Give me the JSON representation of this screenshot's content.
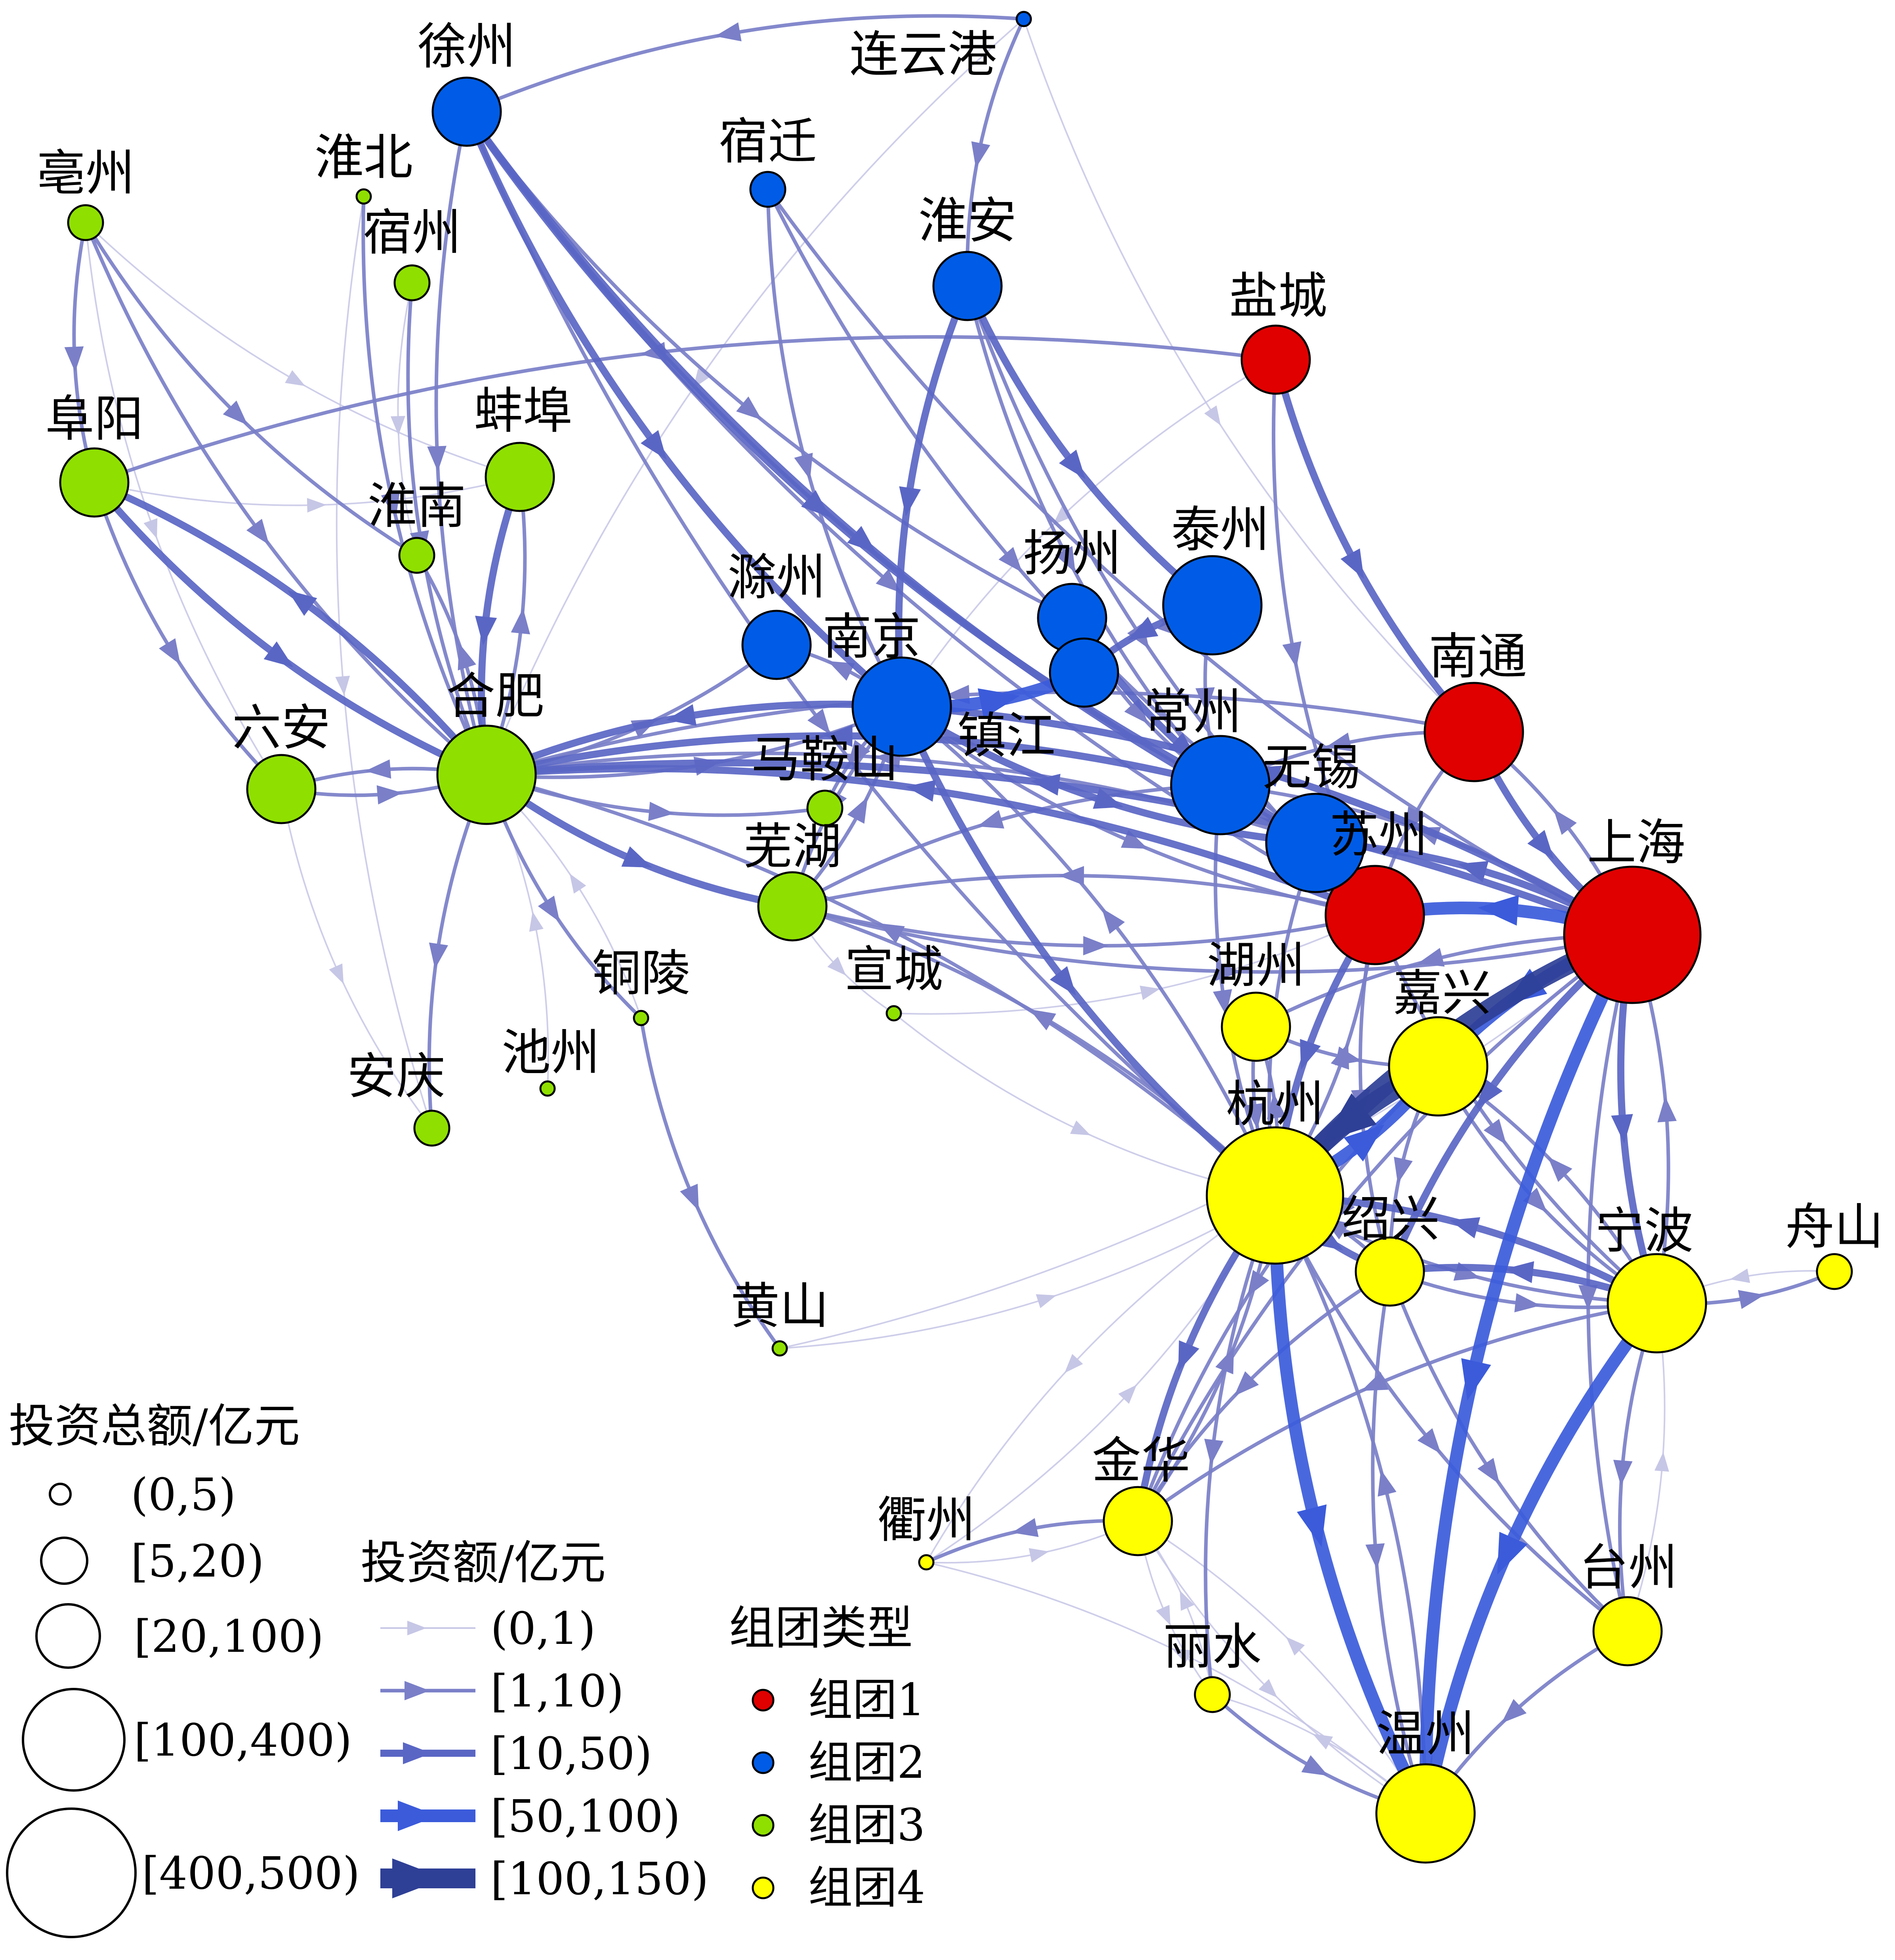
{
  "colors": {
    "group1": "#e00000",
    "group2": "#005ce6",
    "group3": "#8fe000",
    "group4": "#ffff00",
    "edge_0_1": "#c6c6e6",
    "edge_1_10": "#7a7fc8",
    "edge_10_50": "#5a66c4",
    "edge_50_100": "#3b5bdb",
    "edge_100_150": "#2e3f96"
  },
  "nodes": [
    {
      "id": "shanghai",
      "label": "上海",
      "group": 1,
      "size": 4
    },
    {
      "id": "suzhou",
      "label": "苏州",
      "group": 1,
      "size": 3
    },
    {
      "id": "nantong",
      "label": "南通",
      "group": 1,
      "size": 3
    },
    {
      "id": "yancheng",
      "label": "盐城",
      "group": 1,
      "size": 2
    },
    {
      "id": "xuzhou",
      "label": "徐州",
      "group": 2,
      "size": 2
    },
    {
      "id": "lianyungang",
      "label": "连云港",
      "group": 2,
      "size": 0
    },
    {
      "id": "suqian",
      "label": "宿迁",
      "group": 2,
      "size": 1
    },
    {
      "id": "huaian",
      "label": "淮安",
      "group": 2,
      "size": 2
    },
    {
      "id": "yangzhou",
      "label": "扬州",
      "group": 2,
      "size": 2
    },
    {
      "id": "taizhou_js",
      "label": "泰州",
      "group": 2,
      "size": 3
    },
    {
      "id": "zhenjiang",
      "label": "镇江",
      "group": 2,
      "size": 2
    },
    {
      "id": "nanjing",
      "label": "南京",
      "group": 2,
      "size": 3
    },
    {
      "id": "chuzhou",
      "label": "滁州",
      "group": 2,
      "size": 2
    },
    {
      "id": "changzhou",
      "label": "常州",
      "group": 2,
      "size": 3
    },
    {
      "id": "wuxi",
      "label": "无锡",
      "group": 2,
      "size": 3
    },
    {
      "id": "bozhou",
      "label": "亳州",
      "group": 3,
      "size": 1
    },
    {
      "id": "huaibei",
      "label": "淮北",
      "group": 3,
      "size": 0
    },
    {
      "id": "suzhou_ah",
      "label": "宿州",
      "group": 3,
      "size": 1
    },
    {
      "id": "fuyang",
      "label": "阜阳",
      "group": 3,
      "size": 2
    },
    {
      "id": "bengbu",
      "label": "蚌埠",
      "group": 3,
      "size": 2
    },
    {
      "id": "huainan",
      "label": "淮南",
      "group": 3,
      "size": 1
    },
    {
      "id": "hefei",
      "label": "合肥",
      "group": 3,
      "size": 3
    },
    {
      "id": "luan",
      "label": "六安",
      "group": 3,
      "size": 2
    },
    {
      "id": "maanshan",
      "label": "马鞍山",
      "group": 3,
      "size": 1
    },
    {
      "id": "wuhu",
      "label": "芜湖",
      "group": 3,
      "size": 2
    },
    {
      "id": "tongling",
      "label": "铜陵",
      "group": 3,
      "size": 0
    },
    {
      "id": "xuancheng",
      "label": "宣城",
      "group": 3,
      "size": 0
    },
    {
      "id": "anqing",
      "label": "安庆",
      "group": 3,
      "size": 1
    },
    {
      "id": "chizhou",
      "label": "池州",
      "group": 3,
      "size": 0
    },
    {
      "id": "huangshan",
      "label": "黄山",
      "group": 3,
      "size": 0
    },
    {
      "id": "huzhou",
      "label": "湖州",
      "group": 4,
      "size": 2
    },
    {
      "id": "jiaxing",
      "label": "嘉兴",
      "group": 4,
      "size": 3
    },
    {
      "id": "hangzhou",
      "label": "杭州",
      "group": 4,
      "size": 4
    },
    {
      "id": "shaoxing",
      "label": "绍兴",
      "group": 4,
      "size": 2
    },
    {
      "id": "ningbo",
      "label": "宁波",
      "group": 4,
      "size": 3
    },
    {
      "id": "zhoushan",
      "label": "舟山",
      "group": 4,
      "size": 1
    },
    {
      "id": "jinhua",
      "label": "金华",
      "group": 4,
      "size": 2
    },
    {
      "id": "quzhou",
      "label": "衢州",
      "group": 4,
      "size": 0
    },
    {
      "id": "taizhou_zj",
      "label": "台州",
      "group": 4,
      "size": 2
    },
    {
      "id": "lishui",
      "label": "丽水",
      "group": 4,
      "size": 1
    },
    {
      "id": "wenzhou",
      "label": "温州",
      "group": 4,
      "size": 3
    }
  ],
  "edges": [
    [
      "shanghai",
      "hangzhou",
      4
    ],
    [
      "shanghai",
      "jiaxing",
      3
    ],
    [
      "shanghai",
      "suzhou",
      3
    ],
    [
      "shanghai",
      "ningbo",
      2
    ],
    [
      "shanghai",
      "wenzhou",
      3
    ],
    [
      "shanghai",
      "nanjing",
      2
    ],
    [
      "shanghai",
      "hefei",
      2
    ],
    [
      "shanghai",
      "wuxi",
      2
    ],
    [
      "shanghai",
      "shaoxing",
      2
    ],
    [
      "shanghai",
      "taizhou_zj",
      1
    ],
    [
      "shanghai",
      "nantong",
      1
    ],
    [
      "shanghai",
      "changzhou",
      1
    ],
    [
      "shanghai",
      "huzhou",
      1
    ],
    [
      "shanghai",
      "jinhua",
      1
    ],
    [
      "nantong",
      "shanghai",
      2
    ],
    [
      "nantong",
      "suzhou",
      1
    ],
    [
      "nantong",
      "changzhou",
      1
    ],
    [
      "nantong",
      "hefei",
      1
    ],
    [
      "yancheng",
      "nantong",
      2
    ],
    [
      "yancheng",
      "fuyang",
      1
    ],
    [
      "yancheng",
      "suzhou",
      1
    ],
    [
      "yancheng",
      "nanjing",
      0
    ],
    [
      "xuzhou",
      "nanjing",
      2
    ],
    [
      "xuzhou",
      "wuxi",
      2
    ],
    [
      "xuzhou",
      "changzhou",
      2
    ],
    [
      "xuzhou",
      "hefei",
      1
    ],
    [
      "xuzhou",
      "suzhou",
      1
    ],
    [
      "xuzhou",
      "yangzhou",
      1
    ],
    [
      "xuzhou",
      "hangzhou",
      1
    ],
    [
      "lianyungang",
      "xuzhou",
      1
    ],
    [
      "lianyungang",
      "huaian",
      1
    ],
    [
      "lianyungang",
      "nantong",
      0
    ],
    [
      "lianyungang",
      "hefei",
      0
    ],
    [
      "suqian",
      "nanjing",
      1
    ],
    [
      "suqian",
      "wuxi",
      1
    ],
    [
      "suqian",
      "shanghai",
      1
    ],
    [
      "huaian",
      "nanjing",
      2
    ],
    [
      "huaian",
      "taizhou_js",
      2
    ],
    [
      "huaian",
      "suzhou",
      1
    ],
    [
      "huaian",
      "changzhou",
      1
    ],
    [
      "nanjing",
      "zhenjiang",
      3
    ],
    [
      "nanjing",
      "hefei",
      2
    ],
    [
      "nanjing",
      "hangzhou",
      2
    ],
    [
      "nanjing",
      "wuxi",
      2
    ],
    [
      "nanjing",
      "chuzhou",
      1
    ],
    [
      "nanjing",
      "maanshan",
      1
    ],
    [
      "nanjing",
      "wuhu",
      1
    ],
    [
      "nanjing",
      "suzhou",
      1
    ],
    [
      "taizhou_js",
      "zhenjiang",
      2
    ],
    [
      "taizhou_js",
      "changzhou",
      1
    ],
    [
      "yangzhou",
      "wuxi",
      2
    ],
    [
      "yangzhou",
      "changzhou",
      1
    ],
    [
      "changzhou",
      "hefei",
      2
    ],
    [
      "changzhou",
      "wuhu",
      1
    ],
    [
      "changzhou",
      "hangzhou",
      1
    ],
    [
      "wuxi",
      "suzhou",
      2
    ],
    [
      "wuxi",
      "hefei",
      1
    ],
    [
      "wuxi",
      "hangzhou",
      1
    ],
    [
      "suzhou",
      "hangzhou",
      2
    ],
    [
      "suzhou",
      "hefei",
      2
    ],
    [
      "suzhou",
      "ningbo",
      1
    ],
    [
      "suzhou",
      "wuhu",
      1
    ],
    [
      "suzhou",
      "shaoxing",
      1
    ],
    [
      "hefei",
      "fuyang",
      2
    ],
    [
      "hefei",
      "bengbu",
      1
    ],
    [
      "hefei",
      "luan",
      1
    ],
    [
      "hefei",
      "anqing",
      1
    ],
    [
      "hefei",
      "wuhu",
      2
    ],
    [
      "hefei",
      "huainan",
      1
    ],
    [
      "hefei",
      "tongling",
      1
    ],
    [
      "hefei",
      "maanshan",
      1
    ],
    [
      "hefei",
      "chuzhou",
      1
    ],
    [
      "hefei",
      "nanjing",
      1
    ],
    [
      "bozhou",
      "fuyang",
      1
    ],
    [
      "bozhou",
      "hefei",
      1
    ],
    [
      "bozhou",
      "huainan",
      1
    ],
    [
      "bozhou",
      "luan",
      0
    ],
    [
      "bozhou",
      "bengbu",
      0
    ],
    [
      "huaibei",
      "hefei",
      1
    ],
    [
      "huaibei",
      "anqing",
      0
    ],
    [
      "suzhou_ah",
      "hefei",
      1
    ],
    [
      "suzhou_ah",
      "huainan",
      0
    ],
    [
      "fuyang",
      "hefei",
      2
    ],
    [
      "fuyang",
      "luan",
      1
    ],
    [
      "fuyang",
      "bengbu",
      0
    ],
    [
      "bengbu",
      "hefei",
      2
    ],
    [
      "luan",
      "hefei",
      1
    ],
    [
      "luan",
      "anqing",
      0
    ],
    [
      "wuhu",
      "nanjing",
      1
    ],
    [
      "wuhu",
      "suzhou",
      1
    ],
    [
      "wuhu",
      "shanghai",
      1
    ],
    [
      "wuhu",
      "xuancheng",
      0
    ],
    [
      "tongling",
      "huangshan",
      1
    ],
    [
      "tongling",
      "hefei",
      0
    ],
    [
      "xuancheng",
      "hangzhou",
      0
    ],
    [
      "xuancheng",
      "suzhou",
      0
    ],
    [
      "chizhou",
      "hefei",
      0
    ],
    [
      "huangshan",
      "hangzhou",
      0
    ],
    [
      "huangshan",
      "shanghai",
      0
    ],
    [
      "hangzhou",
      "jiaxing",
      3
    ],
    [
      "hangzhou",
      "wenzhou",
      3
    ],
    [
      "hangzhou",
      "shaoxing",
      2
    ],
    [
      "hangzhou",
      "jinhua",
      2
    ],
    [
      "hangzhou",
      "ningbo",
      1
    ],
    [
      "hangzhou",
      "huzhou",
      1
    ],
    [
      "hangzhou",
      "lishui",
      1
    ],
    [
      "hangzhou",
      "taizhou_zj",
      1
    ],
    [
      "hangzhou",
      "quzhou",
      0
    ],
    [
      "hangzhou",
      "nanjing",
      1
    ],
    [
      "hangzhou",
      "hefei",
      1
    ],
    [
      "hangzhou",
      "suzhou",
      1
    ],
    [
      "hangzhou",
      "wuhu",
      1
    ],
    [
      "jiaxing",
      "hangzhou",
      4
    ],
    [
      "jiaxing",
      "shaoxing",
      1
    ],
    [
      "jiaxing",
      "ningbo",
      1
    ],
    [
      "jiaxing",
      "jinhua",
      1
    ],
    [
      "huzhou",
      "hangzhou",
      1
    ],
    [
      "huzhou",
      "jiaxing",
      1
    ],
    [
      "ningbo",
      "wenzhou",
      3
    ],
    [
      "ningbo",
      "shaoxing",
      2
    ],
    [
      "ningbo",
      "hangzhou",
      2
    ],
    [
      "ningbo",
      "zhoushan",
      1
    ],
    [
      "ningbo",
      "taizhou_zj",
      1
    ],
    [
      "ningbo",
      "jinhua",
      1
    ],
    [
      "ningbo",
      "shanghai",
      1
    ],
    [
      "ningbo",
      "jiaxing",
      1
    ],
    [
      "zhoushan",
      "ningbo",
      0
    ],
    [
      "shaoxing",
      "wenzhou",
      1
    ],
    [
      "shaoxing",
      "jinhua",
      1
    ],
    [
      "shaoxing",
      "taizhou_zj",
      1
    ],
    [
      "shaoxing",
      "ningbo",
      1
    ],
    [
      "shaoxing",
      "hangzhou",
      1
    ],
    [
      "jinhua",
      "quzhou",
      1
    ],
    [
      "jinhua",
      "lishui",
      0
    ],
    [
      "jinhua",
      "hangzhou",
      1
    ],
    [
      "jinhua",
      "wenzhou",
      0
    ],
    [
      "taizhou_zj",
      "wenzhou",
      1
    ],
    [
      "taizhou_zj",
      "ningbo",
      0
    ],
    [
      "lishui",
      "wenzhou",
      1
    ],
    [
      "lishui",
      "jinhua",
      0
    ],
    [
      "wenzhou",
      "lishui",
      0
    ],
    [
      "wenzhou",
      "quzhou",
      0
    ],
    [
      "wenzhou",
      "jinhua",
      0
    ],
    [
      "wenzhou",
      "hangzhou",
      1
    ],
    [
      "quzhou",
      "hangzhou",
      0
    ],
    [
      "quzhou",
      "jinhua",
      0
    ]
  ],
  "legend": {
    "size_title": "投资总额/亿元",
    "size_items": [
      "(0,5)",
      "[5,20)",
      "[20,100)",
      "[100,400)",
      "[400,500)"
    ],
    "edge_title": "投资额/亿元",
    "edge_items": [
      "(0,1)",
      "[1,10)",
      "[10,50)",
      "[50,100)",
      "[100,150)"
    ],
    "group_title": "组团类型",
    "group_items": [
      "组团1",
      "组团2",
      "组团3",
      "组团4"
    ]
  }
}
